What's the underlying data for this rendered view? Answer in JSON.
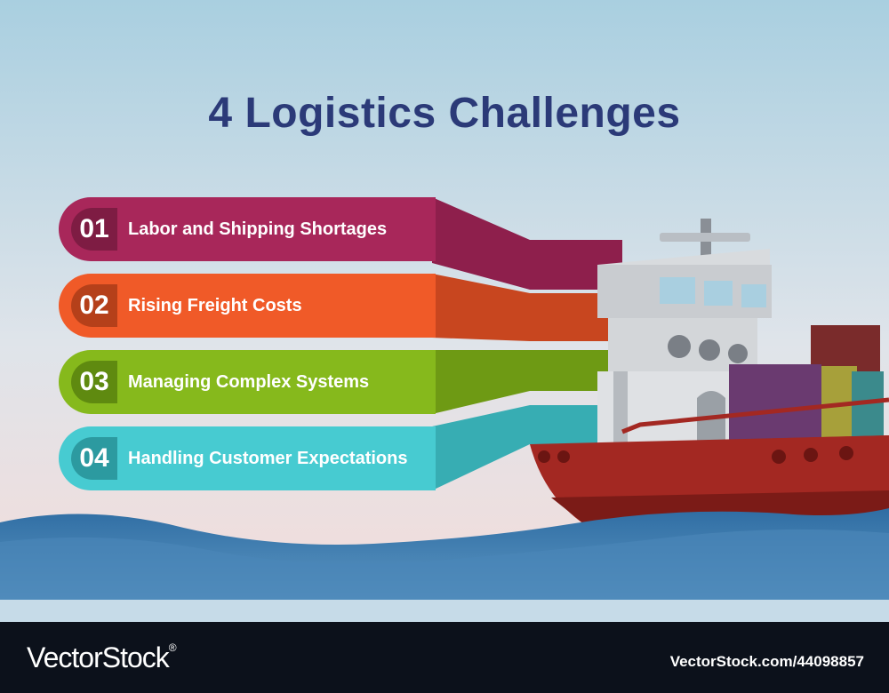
{
  "title": "4 Logistics Challenges",
  "items": [
    {
      "num": "01",
      "label": "Labor and Shipping Shortages",
      "color": "#a8275a",
      "dark": "#7e1c43"
    },
    {
      "num": "02",
      "label": "Rising Freight Costs",
      "color": "#f05a28",
      "dark": "#b5401a"
    },
    {
      "num": "03",
      "label": "Managing Complex Systems",
      "color": "#86b91c",
      "dark": "#5f8a10"
    },
    {
      "num": "04",
      "label": "Handling Customer Expectations",
      "color": "#47cbd1",
      "dark": "#2c9aa0"
    }
  ],
  "footer": {
    "brand": "VectorStock",
    "registered": "®",
    "credit": "VectorStock.com/44098857"
  }
}
